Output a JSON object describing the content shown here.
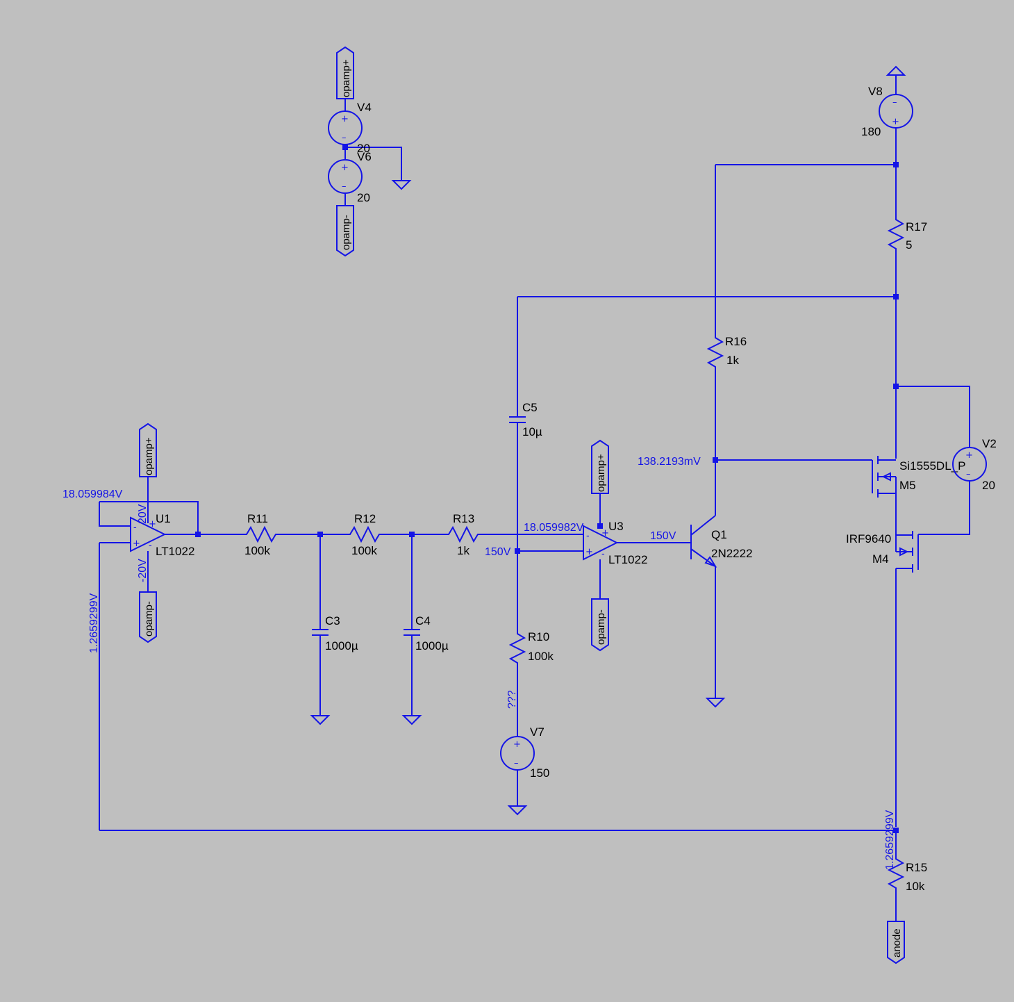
{
  "sources": {
    "V4": {
      "name": "V4",
      "value": "20"
    },
    "V6": {
      "name": "V6",
      "value": "20"
    },
    "V8": {
      "name": "V8",
      "value": "180"
    },
    "V7": {
      "name": "V7",
      "value": "150"
    },
    "V2": {
      "name": "V2",
      "value": "20"
    }
  },
  "resistors": {
    "R11": {
      "name": "R11",
      "value": "100k"
    },
    "R12": {
      "name": "R12",
      "value": "100k"
    },
    "R13": {
      "name": "R13",
      "value": "1k"
    },
    "R10": {
      "name": "R10",
      "value": "100k"
    },
    "R16": {
      "name": "R16",
      "value": "1k"
    },
    "R17": {
      "name": "R17",
      "value": "5"
    },
    "R15": {
      "name": "R15",
      "value": "10k"
    }
  },
  "capacitors": {
    "C3": {
      "name": "C3",
      "value": "1000µ"
    },
    "C4": {
      "name": "C4",
      "value": "1000µ"
    },
    "C5": {
      "name": "C5",
      "value": "10µ"
    }
  },
  "opamps": {
    "U1": {
      "name": "U1",
      "model": "LT1022"
    },
    "U3": {
      "name": "U3",
      "model": "LT1022"
    }
  },
  "transistors": {
    "Q1": {
      "name": "Q1",
      "model": "2N2222"
    },
    "M5": {
      "name": "M5",
      "model": "Si1555DL_P"
    },
    "M4": {
      "name": "M4",
      "model": "IRF9640"
    }
  },
  "net_labels": {
    "opamp_plus": "opamp+",
    "opamp_minus": "opamp-",
    "anode": "anode"
  },
  "voltages": {
    "u1_out": "18.059984V",
    "u1_vpos": "20V",
    "u1_vneg": "-20V",
    "feedback": "1.2659299V",
    "u3_inv": "18.059982V",
    "u3_noninv": "150V",
    "u3_out": "150V",
    "q1_collector": "138.2193mV",
    "r10_bottom": "???",
    "anode_node": "1.2659299V"
  }
}
